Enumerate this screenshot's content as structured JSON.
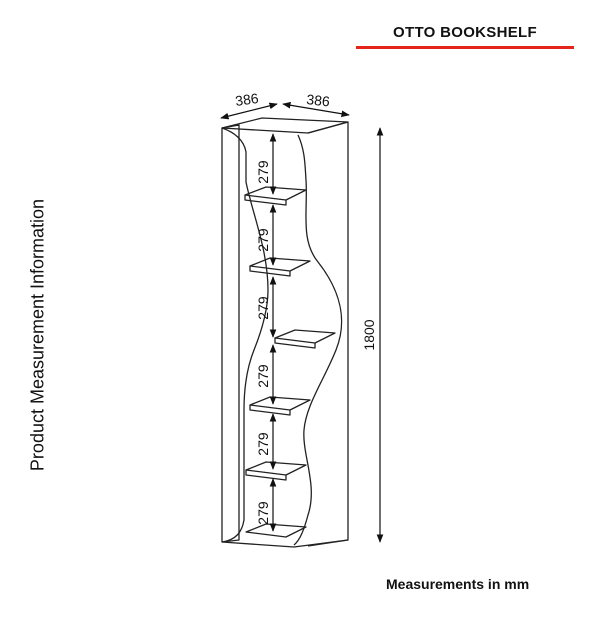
{
  "header": {
    "title": "OTTO BOOKSHELF",
    "accent_color": "#e3241b"
  },
  "side_label": "Product Measurement Information",
  "footer": "Measurements in mm",
  "dimensions": {
    "depth_left": "386",
    "depth_right": "386",
    "height": "1800",
    "shelf_spacings": [
      "279",
      "279",
      "279",
      "279",
      "279",
      "279"
    ]
  }
}
